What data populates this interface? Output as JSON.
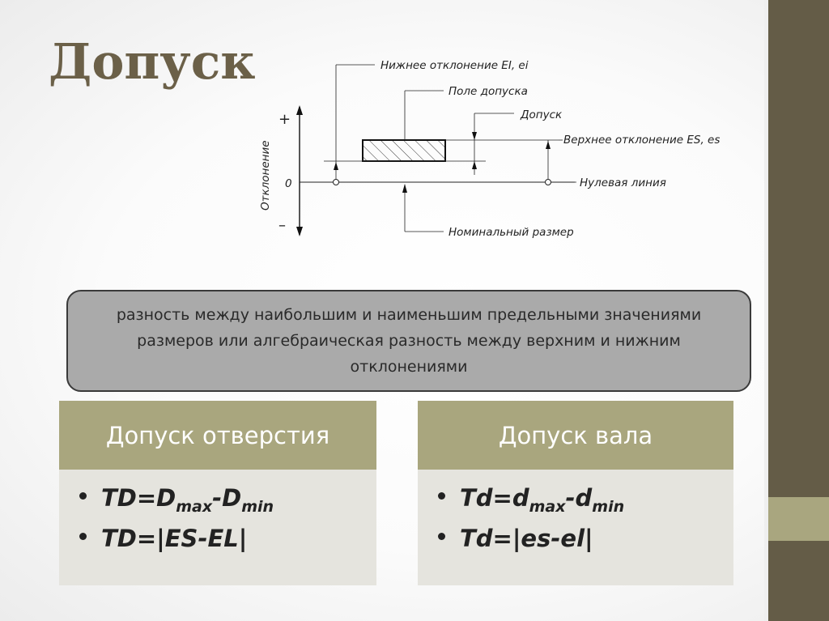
{
  "slide": {
    "title": "Допуск",
    "colors": {
      "title": "#6b6048",
      "sidebar_dark": "#645c47",
      "sidebar_accent": "#a9a67f",
      "card_header": "#a9a67e",
      "card_body": "#e5e4de",
      "definition_box": "#aaaaaa"
    }
  },
  "diagram": {
    "axis_label": "Отклонение",
    "plus_sign": "+",
    "minus_sign": "–",
    "zero_label": "0",
    "callouts": {
      "lower_deviation": "Нижнее отклонение EI, ei",
      "tolerance_zone": "Поле допуска",
      "tolerance": "Допуск",
      "upper_deviation": "Верхнее отклонение ES, es",
      "zero_line": "Нулевая линия",
      "nominal_size": "Номинальный размер"
    }
  },
  "definition": {
    "text": "разность между наибольшим и наименьшим предельными значениями размеров или алгебраическая разность между верхним и нижним отклонениями"
  },
  "cards": [
    {
      "title": "Допуск отверстия",
      "formulas": [
        {
          "lhs": "TD=D",
          "sub1": "max",
          "mid": "-D",
          "sub2": "min"
        },
        {
          "text": "TD=|ES-EL|"
        }
      ]
    },
    {
      "title": "Допуск вала",
      "formulas": [
        {
          "lhs": "Td=d",
          "sub1": "max",
          "mid": "-d",
          "sub2": "min"
        },
        {
          "text": "Td=|es-el|"
        }
      ]
    }
  ]
}
